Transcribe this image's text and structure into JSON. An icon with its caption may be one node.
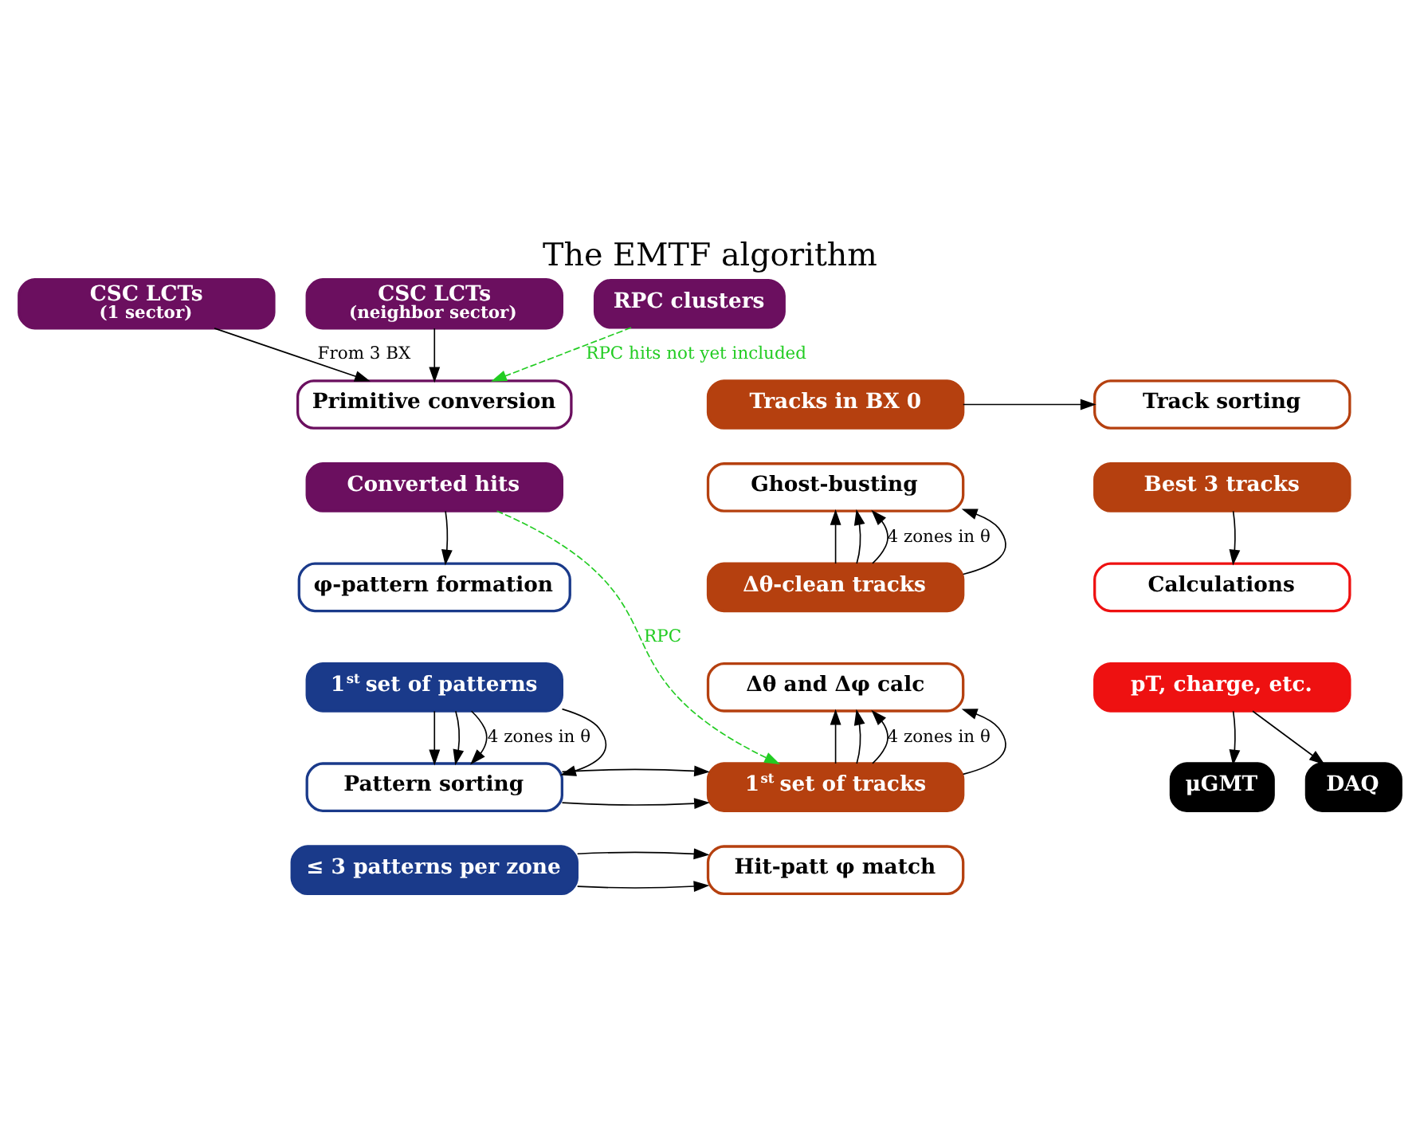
{
  "diagram": {
    "title": "The EMTF algorithm",
    "nodes": [
      {
        "text": [
          "CSC LCTs",
          "(1 sector)"
        ]
      },
      {
        "text": [
          "CSC LCTs",
          "(neighbor sector)"
        ]
      },
      {
        "text": [
          "RPC clusters"
        ]
      },
      {
        "text": [
          "Primitive conversion"
        ]
      },
      {
        "text": [
          "Converted hits"
        ]
      },
      {
        "text": [
          "φ-pattern formation"
        ]
      },
      {
        "text": [
          "1$^{st}$ set of patterns"
        ]
      },
      {
        "text": [
          "Pattern sorting"
        ]
      },
      {
        "text": [
          "≤ 3 patterns per zone"
        ]
      },
      {
        "text": [
          "Tracks in BX 0"
        ]
      },
      {
        "text": [
          "Ghost-busting"
        ]
      },
      {
        "text": [
          "Δθ-clean tracks"
        ]
      },
      {
        "text": [
          "Δθ and Δφ calc"
        ]
      },
      {
        "text": [
          "1$^{st}$ set of tracks"
        ]
      },
      {
        "text": [
          "Hit-patt φ match"
        ]
      },
      {
        "text": [
          "Track sorting"
        ]
      },
      {
        "text": [
          "Best 3 tracks"
        ]
      },
      {
        "text": [
          "Calculations"
        ]
      },
      {
        "text": [
          "pT, charge, etc."
        ]
      },
      {
        "text": [
          "μGMT"
        ]
      },
      {
        "text": [
          "DAQ"
        ]
      }
    ],
    "edges": [
      {
        "from": 0,
        "to": 3,
        "arrow": "to",
        "label": "From 3 BX"
      },
      {
        "from": 1,
        "to": 3,
        "arrow": "to"
      },
      {
        "from": 2,
        "to": 3,
        "arrow": "to",
        "style": "dashed",
        "color": "#22cc22",
        "label": "RPC hits not yet included"
      },
      {
        "from": 4,
        "to": 5,
        "arrow": "to"
      },
      {
        "from": 4,
        "to": 13,
        "arrow": "to",
        "style": "dashed",
        "color": "#22cc22",
        "label": "RPC"
      },
      {
        "from": 6,
        "to": 7,
        "arrow": "to"
      },
      {
        "from": 6,
        "to": 7,
        "arrow": "to"
      },
      {
        "from": 6,
        "to": 7,
        "arrow": "to",
        "label": "4 zones in θ"
      },
      {
        "from": 6,
        "to": 7,
        "arrow": "to"
      },
      {
        "from": 7,
        "to": 13,
        "arrow": "to"
      },
      {
        "from": 7,
        "to": 13,
        "arrow": "to"
      },
      {
        "from": 8,
        "to": 14,
        "arrow": "to"
      },
      {
        "from": 8,
        "to": 14,
        "arrow": "to"
      },
      {
        "from": 13,
        "to": 12,
        "arrow": "to"
      },
      {
        "from": 13,
        "to": 12,
        "arrow": "to"
      },
      {
        "from": 13,
        "to": 12,
        "arrow": "to",
        "label": "4 zones in θ"
      },
      {
        "from": 13,
        "to": 12,
        "arrow": "to"
      },
      {
        "from": 11,
        "to": 10,
        "arrow": "to"
      },
      {
        "from": 11,
        "to": 10,
        "arrow": "to"
      },
      {
        "from": 11,
        "to": 10,
        "arrow": "to",
        "label": "4 zones in θ"
      },
      {
        "from": 11,
        "to": 10,
        "arrow": "to"
      },
      {
        "from": 9,
        "to": 15,
        "arrow": "to"
      },
      {
        "from": 16,
        "to": 17,
        "arrow": "to"
      },
      {
        "from": 18,
        "to": 19,
        "arrow": "to"
      },
      {
        "from": 18,
        "to": 20,
        "arrow": "to"
      }
    ]
  }
}
